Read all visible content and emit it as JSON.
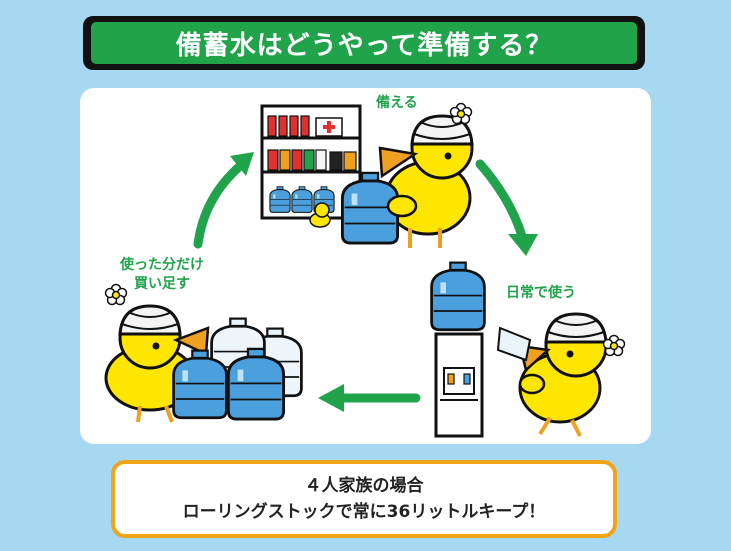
{
  "title": "備蓄水はどうやって準備する？",
  "steps": {
    "store": "備える",
    "use": "日常で使う",
    "restock_line1": "使った分だけ",
    "restock_line2": "買い足す"
  },
  "note": {
    "line1": "４人家族の場合",
    "line2": "ローリングストックで常に36リットルキープ！"
  },
  "icons": [
    "storage-shelf-icon",
    "first-aid-kit-icon",
    "water-bottle-icon",
    "water-dispenser-icon",
    "chick-character-icon",
    "flower-icon",
    "cycle-arrow-icon"
  ],
  "colors": {
    "background": "#a7d8f2",
    "accent_green": "#20a34a",
    "note_border": "#f2a417",
    "chick_yellow": "#ffe600",
    "water_blue": "#4a9fdc"
  }
}
